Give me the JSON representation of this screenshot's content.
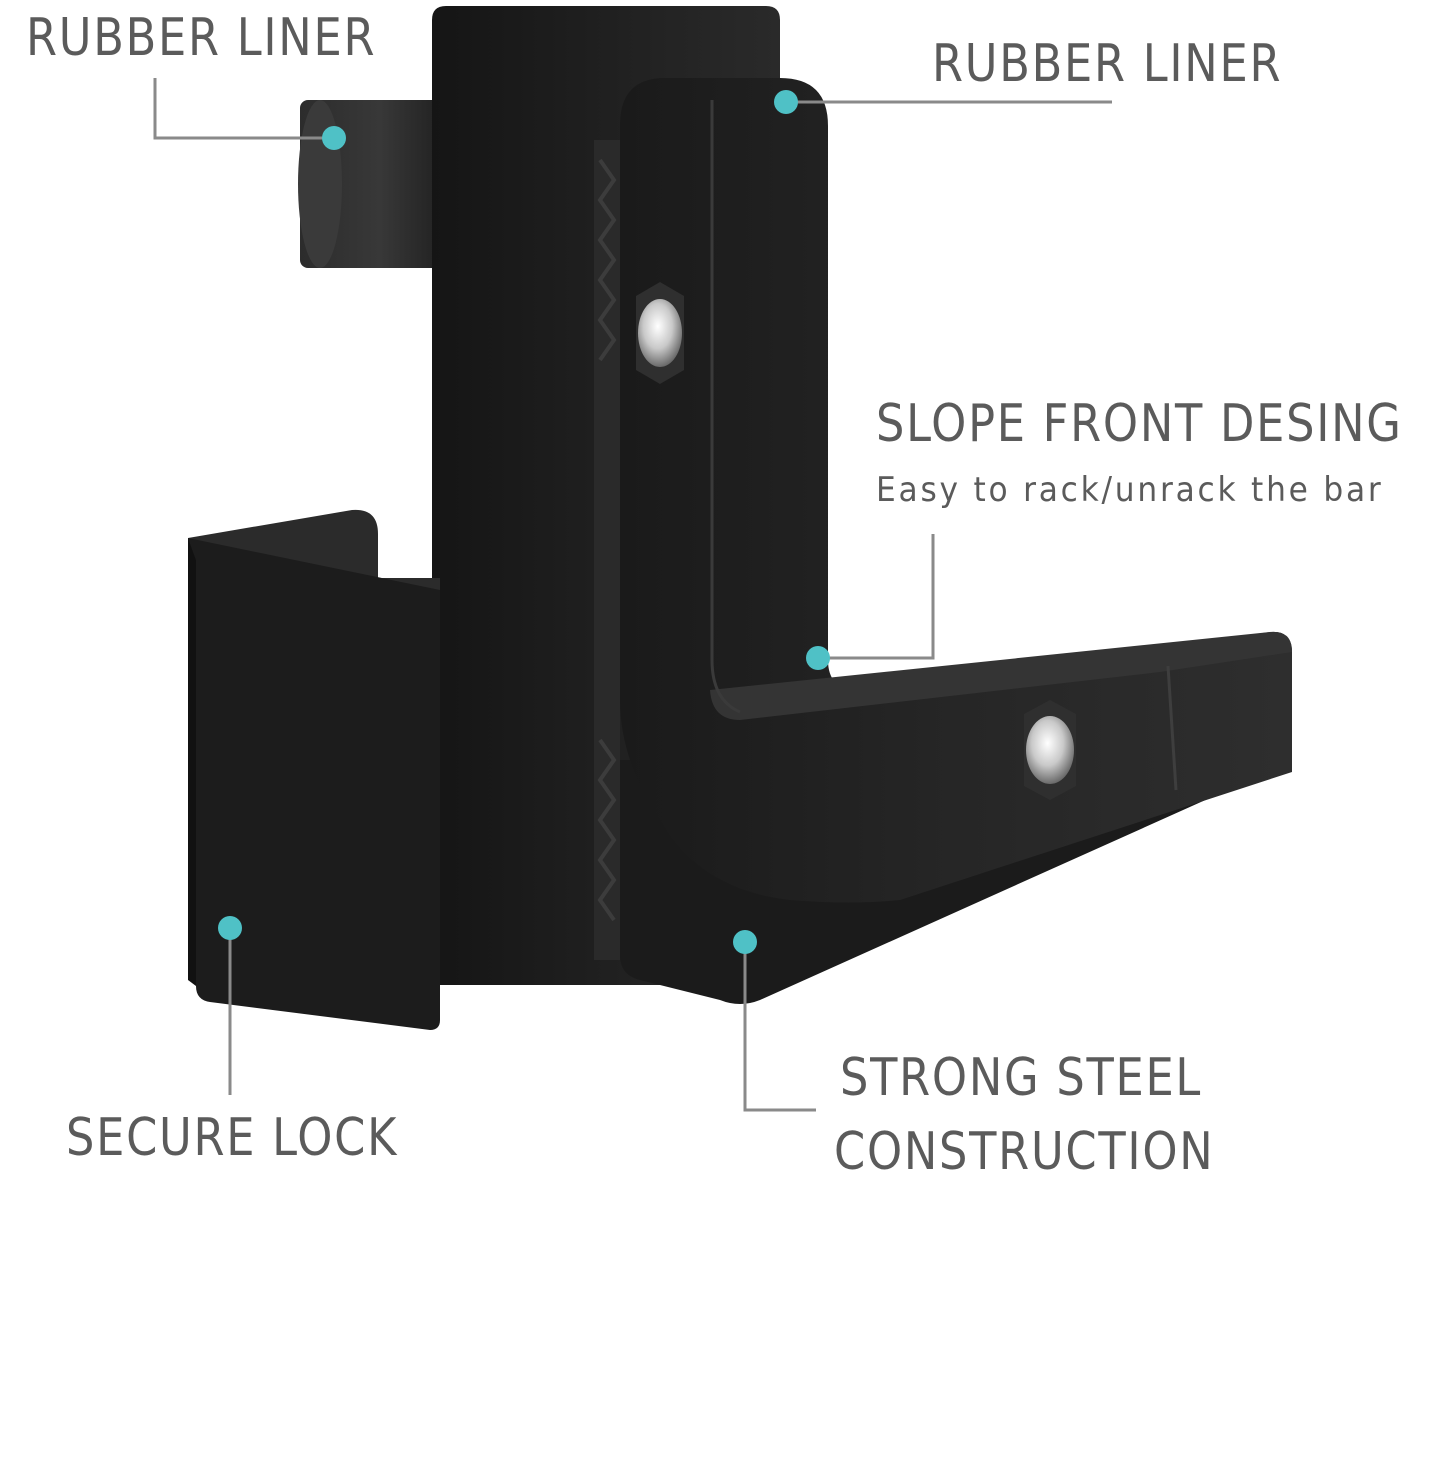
{
  "callouts": {
    "rubber_liner_left": "RUBBER LINER",
    "rubber_liner_right": "RUBBER LINER",
    "slope_front_title": "SLOPE FRONT DESING",
    "slope_front_subtitle": "Easy to rack/unrack the bar",
    "secure_lock": "SECURE LOCK",
    "strong_steel_line1": "STRONG STEEL",
    "strong_steel_line2": "CONSTRUCTION"
  },
  "colors": {
    "marker": "#4fc1c6",
    "leader_line": "#8a8a8a",
    "label_text": "#5b5b5b",
    "steel": "#1e1e1e"
  }
}
